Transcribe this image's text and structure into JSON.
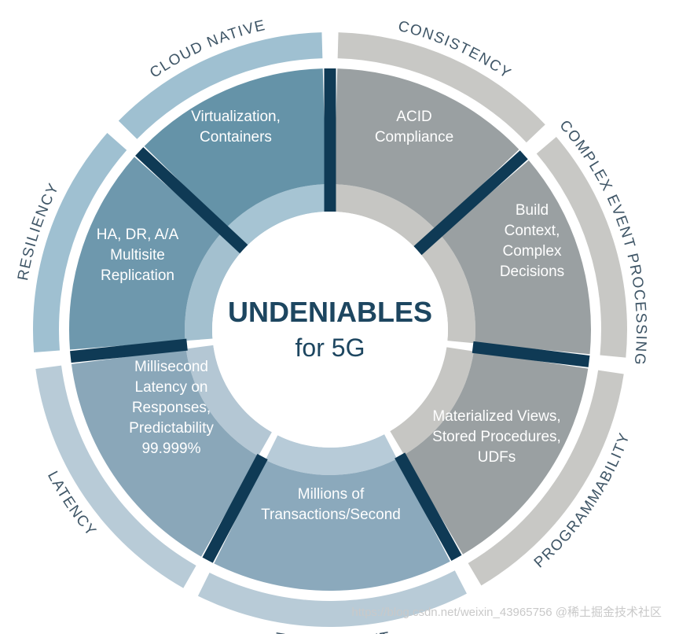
{
  "title": {
    "line1": "UNDENIABLES",
    "line2": "for 5G"
  },
  "segments": [
    {
      "id": "cloud-native",
      "category": "CLOUD NATIVE",
      "lines": [
        "Virtualization,",
        "Containers"
      ],
      "group": "blue"
    },
    {
      "id": "consistency",
      "category": "CONSISTENCY",
      "lines": [
        "ACID",
        "Compliance"
      ],
      "group": "gray"
    },
    {
      "id": "complex-event-processing",
      "category": "COMPLEX EVENT PROCESSING",
      "lines": [
        "Build",
        "Context,",
        "Complex",
        "Decisions"
      ],
      "group": "gray"
    },
    {
      "id": "programmability",
      "category": "PROGRAMMABILITY",
      "lines": [
        "Materialized Views,",
        "Stored Procedures,",
        "UDFs"
      ],
      "group": "gray"
    },
    {
      "id": "throughput",
      "category": "THROUGHPUT",
      "lines": [
        "Millions of",
        "Transactions/Second"
      ],
      "group": "blue"
    },
    {
      "id": "latency",
      "category": "LATENCY",
      "lines": [
        "Millisecond",
        "Latency on",
        "Responses,",
        "Predictability",
        "99.999%"
      ],
      "group": "blue"
    },
    {
      "id": "resiliency",
      "category": "RESILIENCY",
      "lines": [
        "HA, DR, A/A",
        "Multisite",
        "Replication"
      ],
      "group": "blue"
    }
  ],
  "colors": {
    "divider": "#0f3a55",
    "title": "#1d4660",
    "cloud_native": "#6593a8",
    "resiliency": "#6e98ad",
    "latency": "#8aa7b9",
    "throughput": "#8ba9bc",
    "gray": "#9aa0a2",
    "gray_outer": "#c8c8c5",
    "gray_inner": "#c6c6c3"
  },
  "watermark": "https://blog.csdn.net/weixin_43965756  @稀土掘金技术社区"
}
